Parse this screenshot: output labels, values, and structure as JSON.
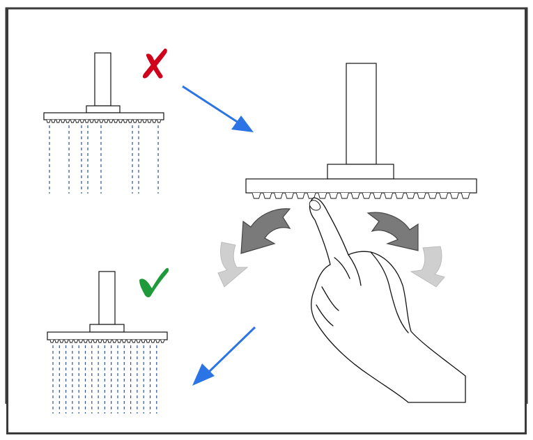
{
  "colors": {
    "frame": "#3a3a3a",
    "line": "#111111",
    "water": "#2a4f9a",
    "blue_arrow": "#2b74e6",
    "wrong_mark": "#d0021b",
    "right_mark": "#1f9a3a",
    "swirl_dark": "#7a7a7a",
    "swirl_light": "#cfcfcf"
  },
  "icons": {
    "wrong": "cross-mark-icon",
    "right": "check-mark-icon",
    "flow": "arrow-icon",
    "rub": "curved-arrow-icon"
  },
  "steps": [
    {
      "id": "clogged",
      "status": "wrong"
    },
    {
      "id": "clean-nozzles",
      "status": "action"
    },
    {
      "id": "unclogged",
      "status": "right"
    }
  ]
}
